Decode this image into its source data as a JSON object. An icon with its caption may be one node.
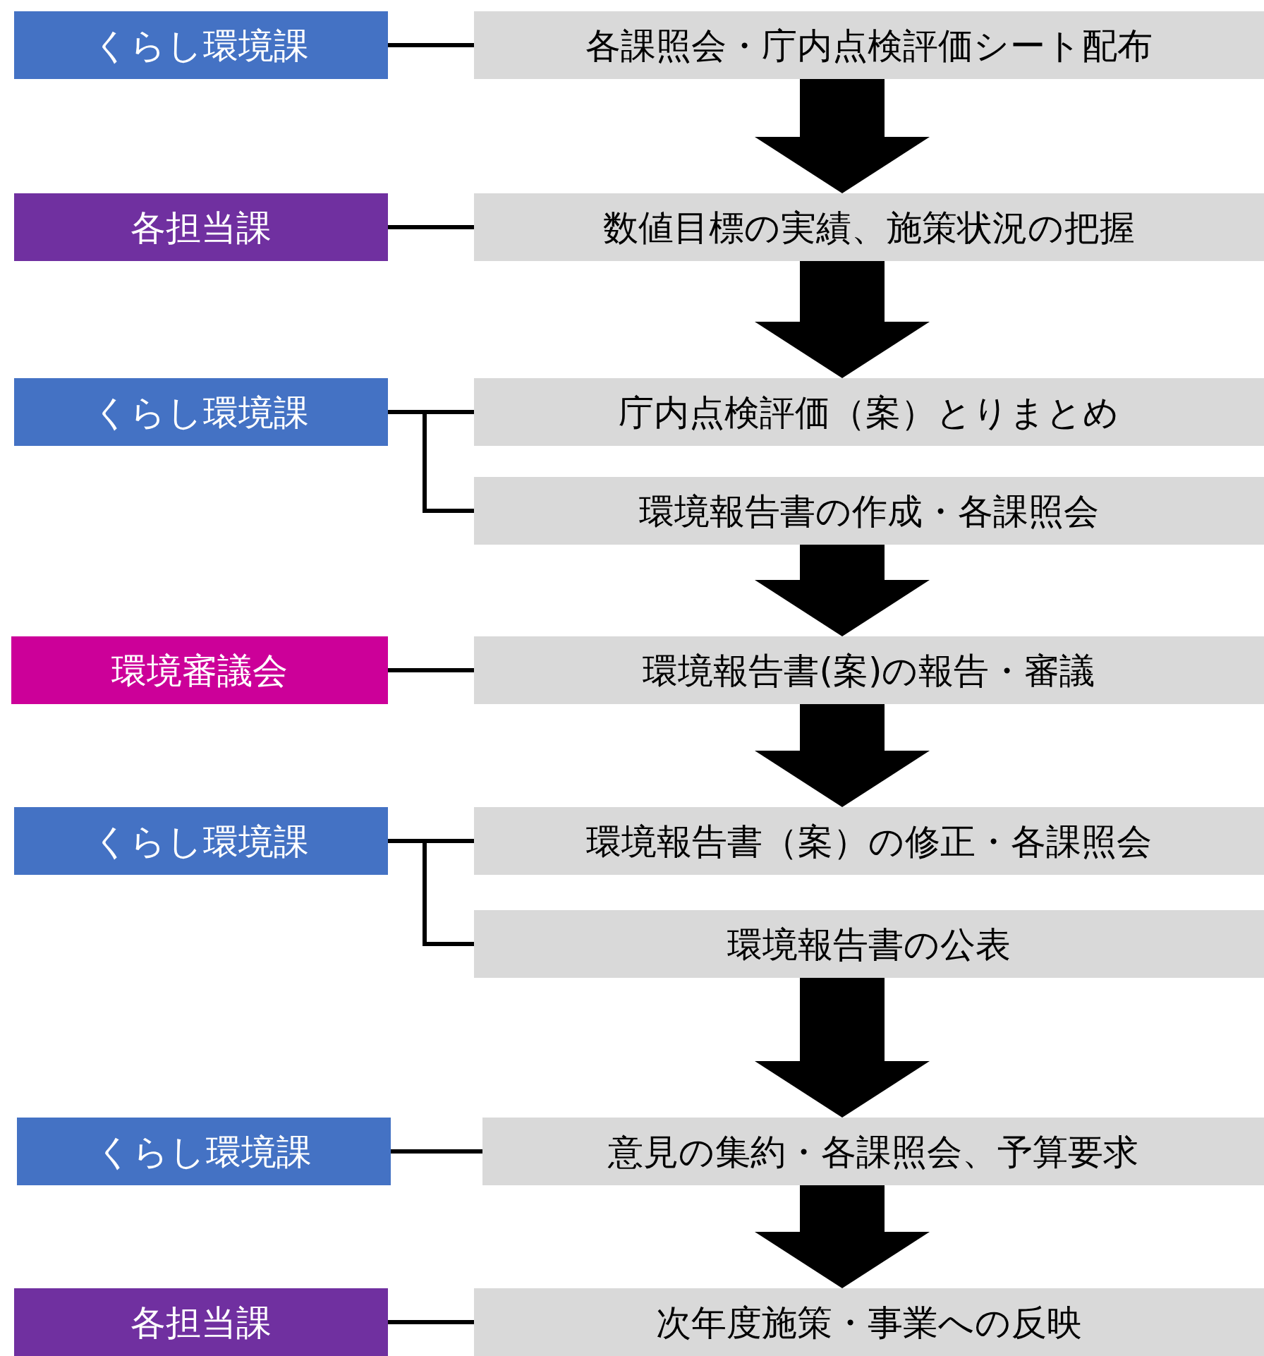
{
  "diagram": {
    "nodes": [
      {
        "text": [
          "くらし環境課"
        ]
      },
      {
        "text": [
          "各課照会・庁内点検評価シート配布"
        ]
      },
      {
        "text": [
          "各担当課"
        ]
      },
      {
        "text": [
          "数値目標の実績、施策状況の把握"
        ]
      },
      {
        "text": [
          "くらし環境課"
        ]
      },
      {
        "text": [
          "庁内点検評価（案）とりまとめ"
        ]
      },
      {
        "text": [
          "環境報告書の作成・各課照会"
        ]
      },
      {
        "text": [
          "環境審議会"
        ]
      },
      {
        "text": [
          "環境報告書(案)の報告・審議"
        ]
      },
      {
        "text": [
          "くらし環境課"
        ]
      },
      {
        "text": [
          "環境報告書（案）の修正・各課照会"
        ]
      },
      {
        "text": [
          "環境報告書の公表"
        ]
      },
      {
        "text": [
          "くらし環境課"
        ]
      },
      {
        "text": [
          "意見の集約・各課照会、予算要求"
        ]
      },
      {
        "text": [
          "各担当課"
        ]
      },
      {
        "text": [
          "次年度施策・事業への反映"
        ]
      }
    ],
    "edges": [
      {
        "from": 0,
        "to": 1,
        "arrow": "none"
      },
      {
        "from": 1,
        "to": 3,
        "arrow": "to",
        "style": "thick"
      },
      {
        "from": 2,
        "to": 3,
        "arrow": "none"
      },
      {
        "from": 3,
        "to": 5,
        "arrow": "to",
        "style": "thick"
      },
      {
        "from": 4,
        "to": 5,
        "arrow": "none"
      },
      {
        "from": 4,
        "to": 6,
        "arrow": "none"
      },
      {
        "from": 6,
        "to": 8,
        "arrow": "to",
        "style": "thick"
      },
      {
        "from": 7,
        "to": 8,
        "arrow": "none"
      },
      {
        "from": 8,
        "to": 10,
        "arrow": "to",
        "style": "thick"
      },
      {
        "from": 9,
        "to": 10,
        "arrow": "none"
      },
      {
        "from": 9,
        "to": 11,
        "arrow": "none"
      },
      {
        "from": 11,
        "to": 13,
        "arrow": "to",
        "style": "thick"
      },
      {
        "from": 12,
        "to": 13,
        "arrow": "none"
      },
      {
        "from": 13,
        "to": 15,
        "arrow": "to",
        "style": "thick"
      },
      {
        "from": 14,
        "to": 15,
        "arrow": "none"
      }
    ]
  }
}
